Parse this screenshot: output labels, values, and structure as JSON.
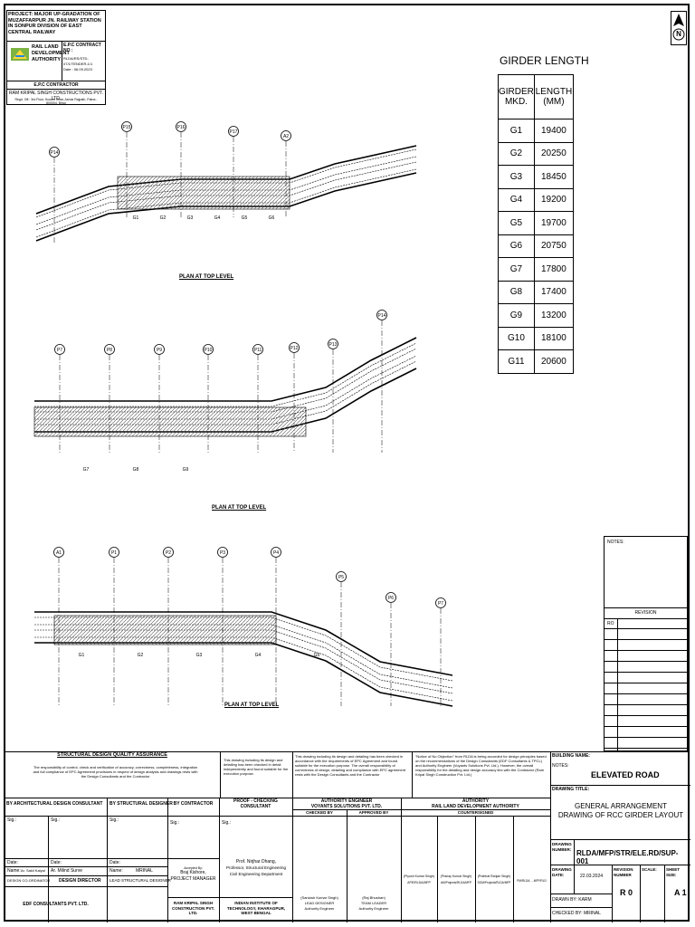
{
  "project_block": {
    "project": "PROJECT: MAJOR UP-GRADATION OF MUZAFFARPUR JN. RAILWAY STATION IN SONPUR DIVISION OF EAST CENTRAL RAILWAY",
    "authority": "RAIL LAND DEVELOPMENT AUTHORITY",
    "epc_contract_no": "E.P.C CONTRACT NO :",
    "contract_no_value": "RLDA/RS/STD-07/1/TENDER-1/1",
    "contract_date": "Date : 06.09.2023",
    "epc_contractor": "E.P.C CONTRACTOR",
    "contractor_name": "RAM KRIPAL SINGH CONSTRUCTIONS PVT. LTD.",
    "contractor_address": "Regd. Off.: 3rd Floor, Kusum Vihar, Ashok Rajpath, Patna - 800004, Bihar"
  },
  "north_arrow": "N",
  "girder_table": {
    "title": "GIRDER LENGTH",
    "col1": "GIRDER MKD.",
    "col2": "LENGTH (MM)",
    "rows": [
      {
        "mark": "G1",
        "length": "19400"
      },
      {
        "mark": "G2",
        "length": "20250"
      },
      {
        "mark": "G3",
        "length": "18450"
      },
      {
        "mark": "G4",
        "length": "19200"
      },
      {
        "mark": "G5",
        "length": "19700"
      },
      {
        "mark": "G6",
        "length": "20750"
      },
      {
        "mark": "G7",
        "length": "17800"
      },
      {
        "mark": "G8",
        "length": "17400"
      },
      {
        "mark": "G9",
        "length": "13200"
      },
      {
        "mark": "G10",
        "length": "18100"
      },
      {
        "mark": "G11",
        "length": "20600"
      }
    ]
  },
  "plans": {
    "plan1": {
      "caption": "PLAN AT TOP LEVEL",
      "piers": [
        "P14",
        "P15",
        "P16",
        "P17",
        "A2"
      ],
      "girders": [
        "G1",
        "G2",
        "G3",
        "G4",
        "G5",
        "G6"
      ]
    },
    "plan2": {
      "caption": "PLAN AT TOP LEVEL",
      "piers": [
        "P7",
        "P8",
        "P9",
        "P10",
        "P11",
        "P12",
        "P13",
        "P14"
      ],
      "girders": [
        "G7",
        "G8",
        "G9"
      ]
    },
    "plan3": {
      "caption": "PLAN AT TOP LEVEL",
      "piers": [
        "A1",
        "P1",
        "P2",
        "P3",
        "P4",
        "P5",
        "P6",
        "P7"
      ],
      "girders": [
        "G1",
        "G2",
        "G3",
        "G4",
        "G5"
      ]
    }
  },
  "notes_panel": {
    "notes": "NOTES:",
    "revision": "REVISION",
    "ro": "RO"
  },
  "title_block": {
    "sdqa": "STRUCTURAL DESIGN QUALITY ASSURANCE",
    "sdqa_text": "The responsibility of control, check and verification of accuracy, correctness, completeness, integration and full compliance of EPC Agreement provisions in respect of design analysis and drawings rests with the Design Consultants and the Contractor",
    "note2": "This drawing including its design and detailing has been checked in detail independently and found suitable for the execution purpose.",
    "note3": "This drawing including its design and detailing has been checked in accordance with the requirements of EPC Agreement and found suitable for the execution purpose. The overall responsibility of correctness of design, detailing and compliance with EPC agreement rests with the Design Consultants and the Contractor",
    "note4": "\"Notice of No Objection\" from RLDA is being accorded for design principles based on the recommendations of the Design Consultants (EDF Consultants & TPCL) and Authority Engineer (Voyants Solutions Pvt. Ltd.). However, the overall responsibility for the detailing and design accuracy lies with the Contractor (Ram Kripal Singh Construction Pvt. Ltd.)",
    "by_arch": "BY ARCHITECTURAL DESIGN CONSULTANT",
    "by_struct": "BY STRUCTURAL DESIGNER",
    "by_contractor": "BY CONTRACTOR",
    "proof": "PROOF - CHECKING CONSULTANT",
    "ae_head": "AUTHORITY ENGINEER",
    "ae_name": "VOYANTS SOLUTIONS PVT. LTD.",
    "checked_by": "CHECKED BY",
    "approved_by": "APPROVED BY",
    "auth_head": "AUTHORITY",
    "auth_name": "RAIL LAND DEVELOPMENT AUTHORITY",
    "countersigned": "COUNTERSIGNED",
    "sig": "Sig.:",
    "date": "Date:",
    "name_label": "Name:",
    "name1": "Ar. Sakil Kalyal",
    "name2": "Ar. Milind Surve",
    "name3": "MRINAL",
    "role1": "DESIGN CO-ORDINATOR",
    "role2": "DESIGN DIRECTOR",
    "role3": "LEAD STRUCTURAL DESIGNER",
    "accepted_by": "Accepted By:",
    "contractor_person": "Braj Kishore,",
    "contractor_role": "PROJECT MANAGER",
    "contractor_firm": "RAM KRIPAL SINGH CONSTRUCTION PVT. LTD.",
    "proof_person": "Prof. Nirjhar Dhang,",
    "proof_role": "Professor, Structural Engineering",
    "proof_dept": "Civil Engineering Department",
    "proof_firm": "INDIAN INSTITUTE OF TECHNOLOGY, KHARAGPUR, WEST BENGAL",
    "edf": "EDF CONSULTANTS PVT. LTD.",
    "ae_checker": "(Santosh Kumar Singh)",
    "ae_checker_role": "LEAD DESIGNER",
    "ae_checker_role2": "Authority Engineer",
    "ae_approver": "(Raj Bhushan)",
    "ae_approver_role": "TEAM LEADER",
    "ae_approver_role2": "Authority Engineer",
    "auth_1": "(Piyush Kumar Singh)",
    "auth_1_role": "APE/RLDA/MFP",
    "auth_2": "(Pranay Kumar Singh)",
    "auth_2_role": "AM/Projects/RLDA/MFP",
    "auth_3": "(Prabhat Ranjan Singh)",
    "auth_3_role": "DGM/Projects/RLDA/MFP",
    "auth_4": "PM/RLDA, ...MFP/RLD",
    "building_name": "BUILDING NAME:",
    "notes": "NOTES:",
    "elevated_road": "ELEVATED ROAD",
    "drawing_title_label": "DRAWING TITLE:",
    "drawing_title_1": "GENERAL ARRANGEMENT",
    "drawing_title_2": "DRAWING OF RCC GIRDER LAYOUT",
    "drawing_number_label": "DRAWING NUMBER:",
    "drawing_number": "RLDA/MFP/STR/ELE.RD/SUP-001",
    "drawing_date_label": "DRAWING DATE:",
    "drawing_date": "22.03.2024",
    "revision_number_label": "REVISION NUMBER",
    "revision_number": "R 0",
    "scale_label": "SCALE:",
    "sheet_size_label": "SHEET SIZE:",
    "sheet_size": "A 1",
    "drawn_by": "DRAWN BY: KARM",
    "checked_by_bottom": "CHECKED BY: MRINAL"
  }
}
